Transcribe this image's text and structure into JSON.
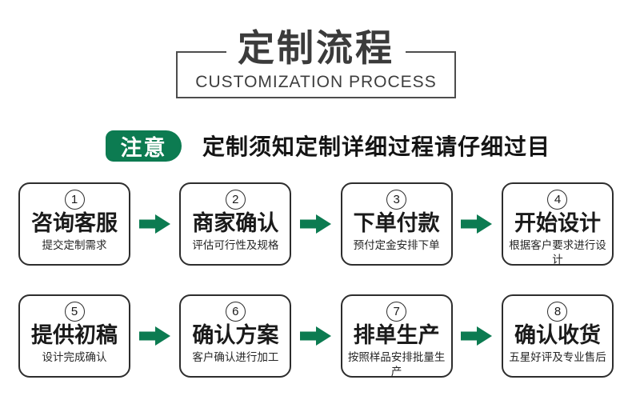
{
  "header": {
    "title": "定制流程",
    "subtitle": "CUSTOMIZATION PROCESS"
  },
  "notice": {
    "badge": "注意",
    "text": "定制须知定制详细过程请仔细过目"
  },
  "colors": {
    "accent_green": "#0c7b51",
    "title_dark": "#3b3b3b",
    "card_border": "#2d2d2d"
  },
  "steps": [
    {
      "num": "1",
      "title": "咨询客服",
      "desc": "提交定制需求"
    },
    {
      "num": "2",
      "title": "商家确认",
      "desc": "评估可行性及规格"
    },
    {
      "num": "3",
      "title": "下单付款",
      "desc": "预付定金安排下单"
    },
    {
      "num": "4",
      "title": "开始设计",
      "desc": "根据客户要求进行设计"
    },
    {
      "num": "5",
      "title": "提供初稿",
      "desc": "设计完成确认"
    },
    {
      "num": "6",
      "title": "确认方案",
      "desc": "客户确认进行加工"
    },
    {
      "num": "7",
      "title": "排单生产",
      "desc": "按照样品安排批量生产"
    },
    {
      "num": "8",
      "title": "确认收货",
      "desc": "五星好评及专业售后"
    }
  ]
}
